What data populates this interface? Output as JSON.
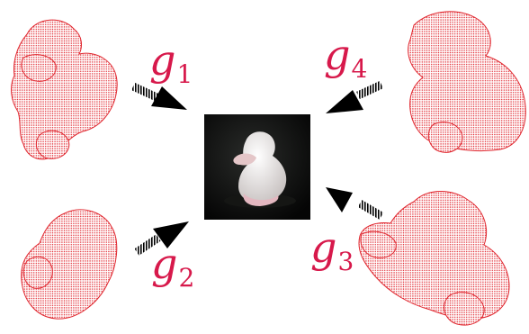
{
  "labels": {
    "g1": {
      "base": "g",
      "sub": "1"
    },
    "g2": {
      "base": "g",
      "sub": "2"
    },
    "g3": {
      "base": "g",
      "sub": "3"
    },
    "g4": {
      "base": "g",
      "sub": "4"
    }
  },
  "colors": {
    "label": "#d7194b",
    "point_cloud": "#e0262e",
    "arrow": "#000000",
    "photo_bg": "#0b0b0c",
    "figurine": "#ece6e4"
  },
  "icons": [
    "point-cloud-figurine",
    "arrow-icon",
    "figurine-photo"
  ]
}
